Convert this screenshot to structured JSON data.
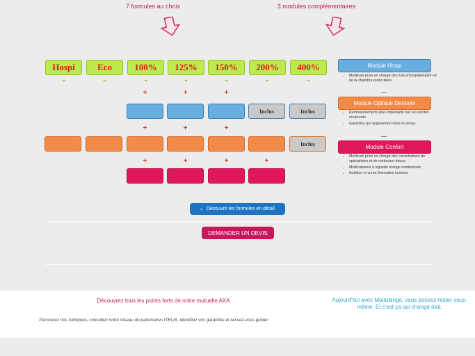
{
  "headers": {
    "left": "7 formules au choix",
    "right": "3 modules complémentaires"
  },
  "formulas": [
    "Hospi",
    "Eco",
    "100%",
    "125%",
    "150%",
    "200%",
    "400%"
  ],
  "plus_sign": "+",
  "included_label": "Inclus",
  "modules": [
    {
      "title": "Module Hospi",
      "color": "#6aaee0",
      "bullets": [
        "Meilleure prise en charge des frais d'hospitalisation et de la chambre particulière"
      ]
    },
    {
      "title": "Module Optique Dentaire",
      "color": "#f28a48",
      "bullets": [
        "Remboursements plus importants sur ces postes récurrents",
        "Garanties qui augmentent dans le temps"
      ]
    },
    {
      "title": "Module Confort",
      "color": "#e0185a",
      "bullets": [
        "Meilleure prise en charge des consultations de spécialistes et de médecine douce",
        "Médicaments à vignette orange remboursés",
        "Audition et cures thermales incluses"
      ]
    }
  ],
  "separator": "–",
  "buttons": {
    "discover": "Découvrir les formules en détail",
    "devis": "DEMANDER UN DEVIS"
  },
  "footer": {
    "left_title": "Découvrez tous les points forts de notre mutuelle AXA",
    "left_text": "Parcourez nos rubriques, consultez notre réseau de partenaires ITELIS, identifiez vos garanties et laissez-vous guider.",
    "right_text": "Aujourd'hui avec Modulango, vous pouvez rester vous-même. Et c'est ça qui change tout."
  },
  "colors": {
    "accent": "#c8175d",
    "blue_button": "#1f74c2",
    "footer_right": "#2aa3d6"
  }
}
